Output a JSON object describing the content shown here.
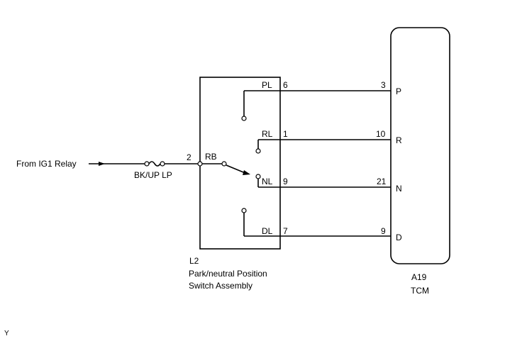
{
  "source_label": "From IG1 Relay",
  "fuse_label": "BK/UP LP",
  "switch": {
    "connector": "L2",
    "name_line1": "Park/neutral Position",
    "name_line2": "Switch Assembly",
    "input_pin": "2",
    "input_name": "RB",
    "positions": [
      {
        "name": "PL",
        "pin": "6"
      },
      {
        "name": "RL",
        "pin": "1"
      },
      {
        "name": "NL",
        "pin": "9"
      },
      {
        "name": "DL",
        "pin": "7"
      }
    ]
  },
  "tcm": {
    "connector": "A19",
    "name": "TCM",
    "pins": [
      {
        "pin": "3",
        "name": "P"
      },
      {
        "pin": "10",
        "name": "R"
      },
      {
        "pin": "21",
        "name": "N"
      },
      {
        "pin": "9",
        "name": "D"
      }
    ]
  },
  "footer_code": "Y"
}
